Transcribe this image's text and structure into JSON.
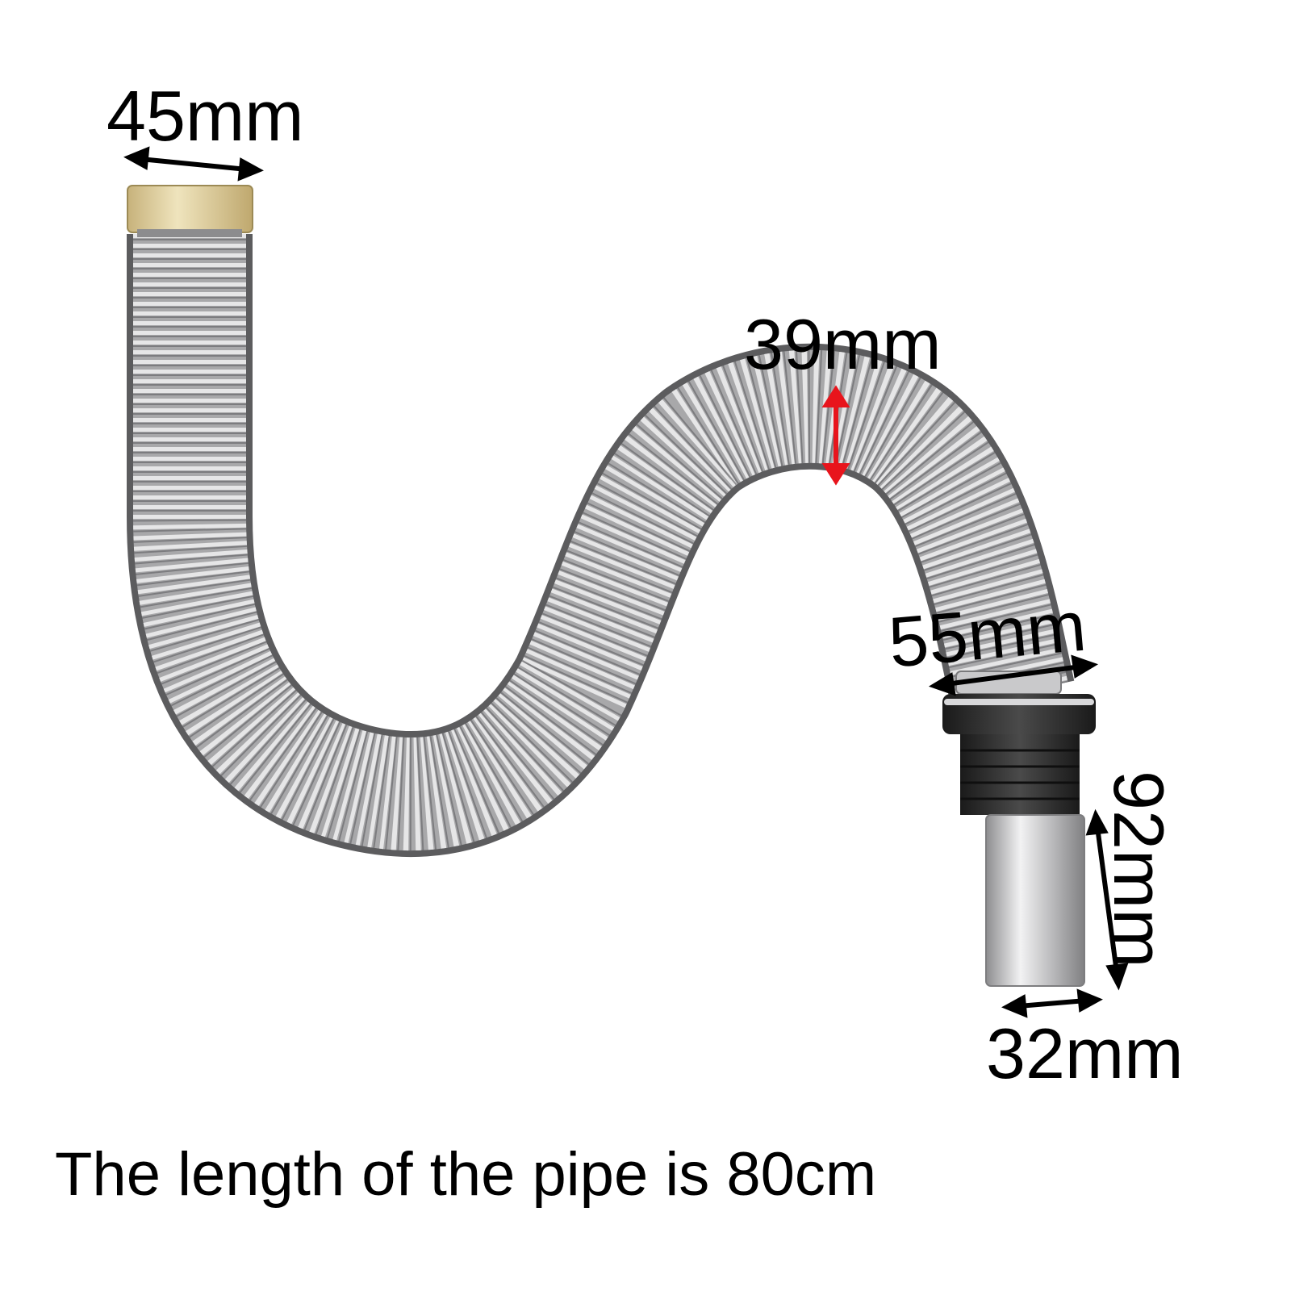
{
  "dimensions": {
    "nut_width": "45mm",
    "hose_diameter": "39mm",
    "flange_width": "55mm",
    "tail_length": "92mm",
    "tail_diameter": "32mm"
  },
  "caption": "The length of the pipe is 80cm",
  "colors": {
    "background": "#ffffff",
    "text": "#000000",
    "arrow": "#000000",
    "highlight_arrow": "#e8141c",
    "steel": "#a9a9ab",
    "brass": "#e2d3a1",
    "rubber": "#2a2a2a"
  }
}
